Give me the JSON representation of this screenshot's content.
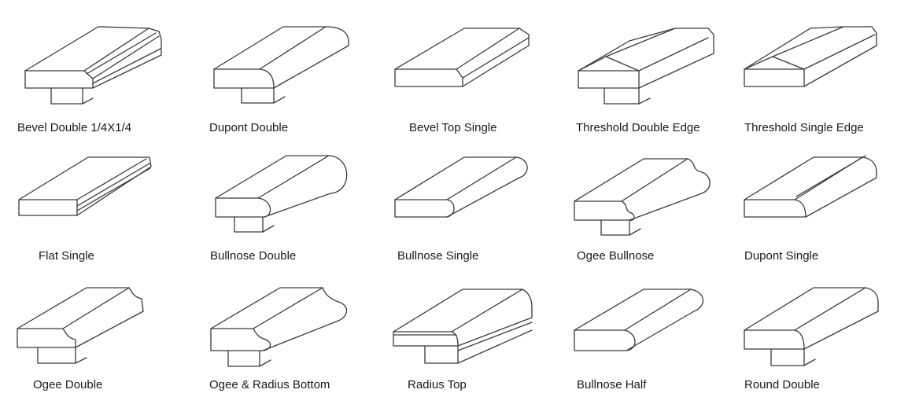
{
  "colors": {
    "line": "#3a3a3a",
    "background": "#ffffff",
    "text": "#1a1a1a"
  },
  "profiles": [
    {
      "label": "Bevel Double 1/4X1/4",
      "icon": "bevel-double-profile"
    },
    {
      "label": "Dupont Double",
      "icon": "dupont-double-profile"
    },
    {
      "label": "Bevel Top Single",
      "icon": "bevel-top-single-profile"
    },
    {
      "label": "Threshold Double Edge",
      "icon": "threshold-double-edge-profile"
    },
    {
      "label": "Threshold Single Edge",
      "icon": "threshold-single-edge-profile"
    },
    {
      "label": "Flat Single",
      "icon": "flat-single-profile"
    },
    {
      "label": "Bullnose Double",
      "icon": "bullnose-double-profile"
    },
    {
      "label": "Bullnose Single",
      "icon": "bullnose-single-profile"
    },
    {
      "label": "Ogee Bullnose",
      "icon": "ogee-bullnose-profile"
    },
    {
      "label": "Dupont Single",
      "icon": "dupont-single-profile"
    },
    {
      "label": "Ogee Double",
      "icon": "ogee-double-profile"
    },
    {
      "label": "Ogee & Radius Bottom",
      "icon": "ogee-radius-bottom-profile"
    },
    {
      "label": "Radius Top",
      "icon": "radius-top-profile"
    },
    {
      "label": "Bullnose Half",
      "icon": "bullnose-half-profile"
    },
    {
      "label": "Round Double",
      "icon": "round-double-profile"
    }
  ]
}
